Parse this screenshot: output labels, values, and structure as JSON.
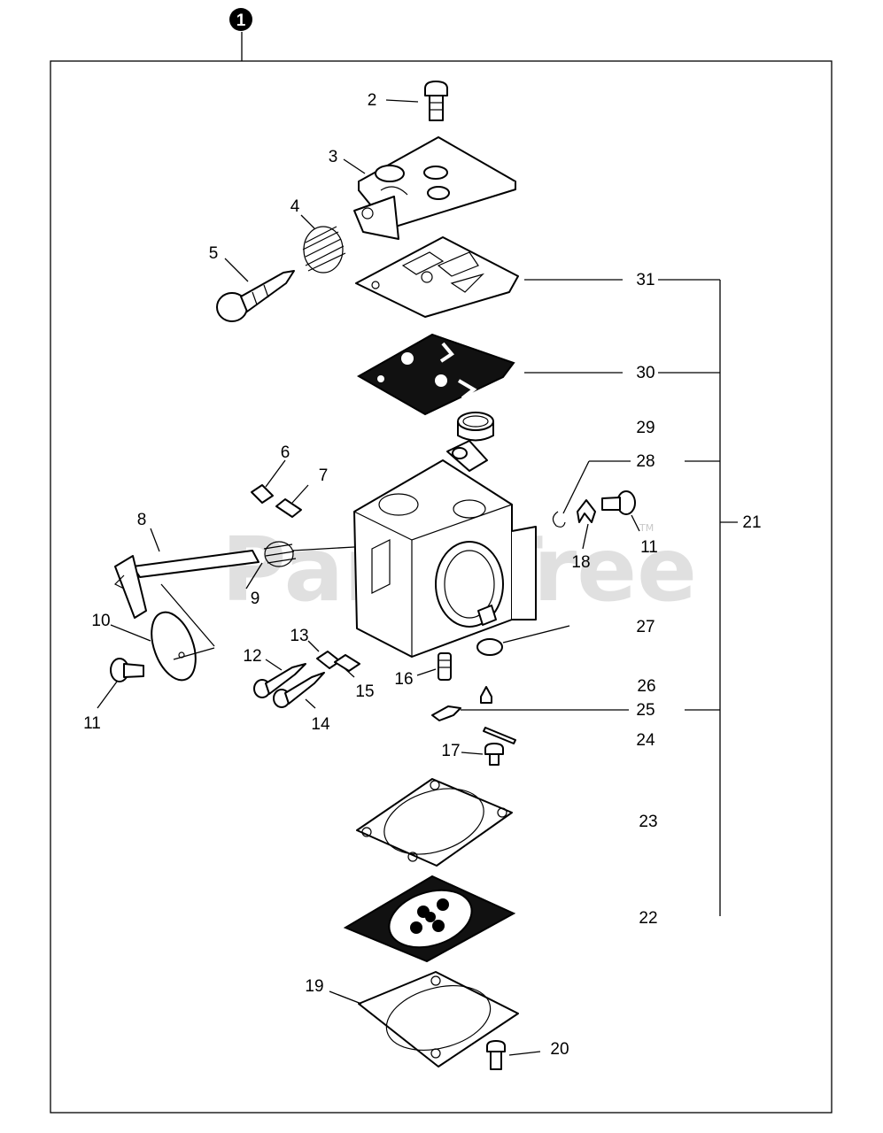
{
  "diagram": {
    "assembly_number": "1",
    "watermark": "PartsTree",
    "watermark_tm": "TM",
    "callouts": [
      {
        "id": "c2",
        "text": "2"
      },
      {
        "id": "c3",
        "text": "3"
      },
      {
        "id": "c4",
        "text": "4"
      },
      {
        "id": "c5",
        "text": "5"
      },
      {
        "id": "c6",
        "text": "6"
      },
      {
        "id": "c7",
        "text": "7"
      },
      {
        "id": "c8",
        "text": "8"
      },
      {
        "id": "c9",
        "text": "9"
      },
      {
        "id": "c10",
        "text": "10"
      },
      {
        "id": "c11a",
        "text": "11"
      },
      {
        "id": "c11b",
        "text": "11"
      },
      {
        "id": "c12",
        "text": "12"
      },
      {
        "id": "c13",
        "text": "13"
      },
      {
        "id": "c14",
        "text": "14"
      },
      {
        "id": "c15",
        "text": "15"
      },
      {
        "id": "c16",
        "text": "16"
      },
      {
        "id": "c17",
        "text": "17"
      },
      {
        "id": "c18",
        "text": "18"
      },
      {
        "id": "c19",
        "text": "19"
      },
      {
        "id": "c20",
        "text": "20"
      },
      {
        "id": "c21",
        "text": "21"
      },
      {
        "id": "c22",
        "text": "22"
      },
      {
        "id": "c23",
        "text": "23"
      },
      {
        "id": "c24",
        "text": "24"
      },
      {
        "id": "c25",
        "text": "25"
      },
      {
        "id": "c26",
        "text": "26"
      },
      {
        "id": "c27",
        "text": "27"
      },
      {
        "id": "c28",
        "text": "28"
      },
      {
        "id": "c29",
        "text": "29"
      },
      {
        "id": "c30",
        "text": "30"
      },
      {
        "id": "c31",
        "text": "31"
      }
    ]
  }
}
